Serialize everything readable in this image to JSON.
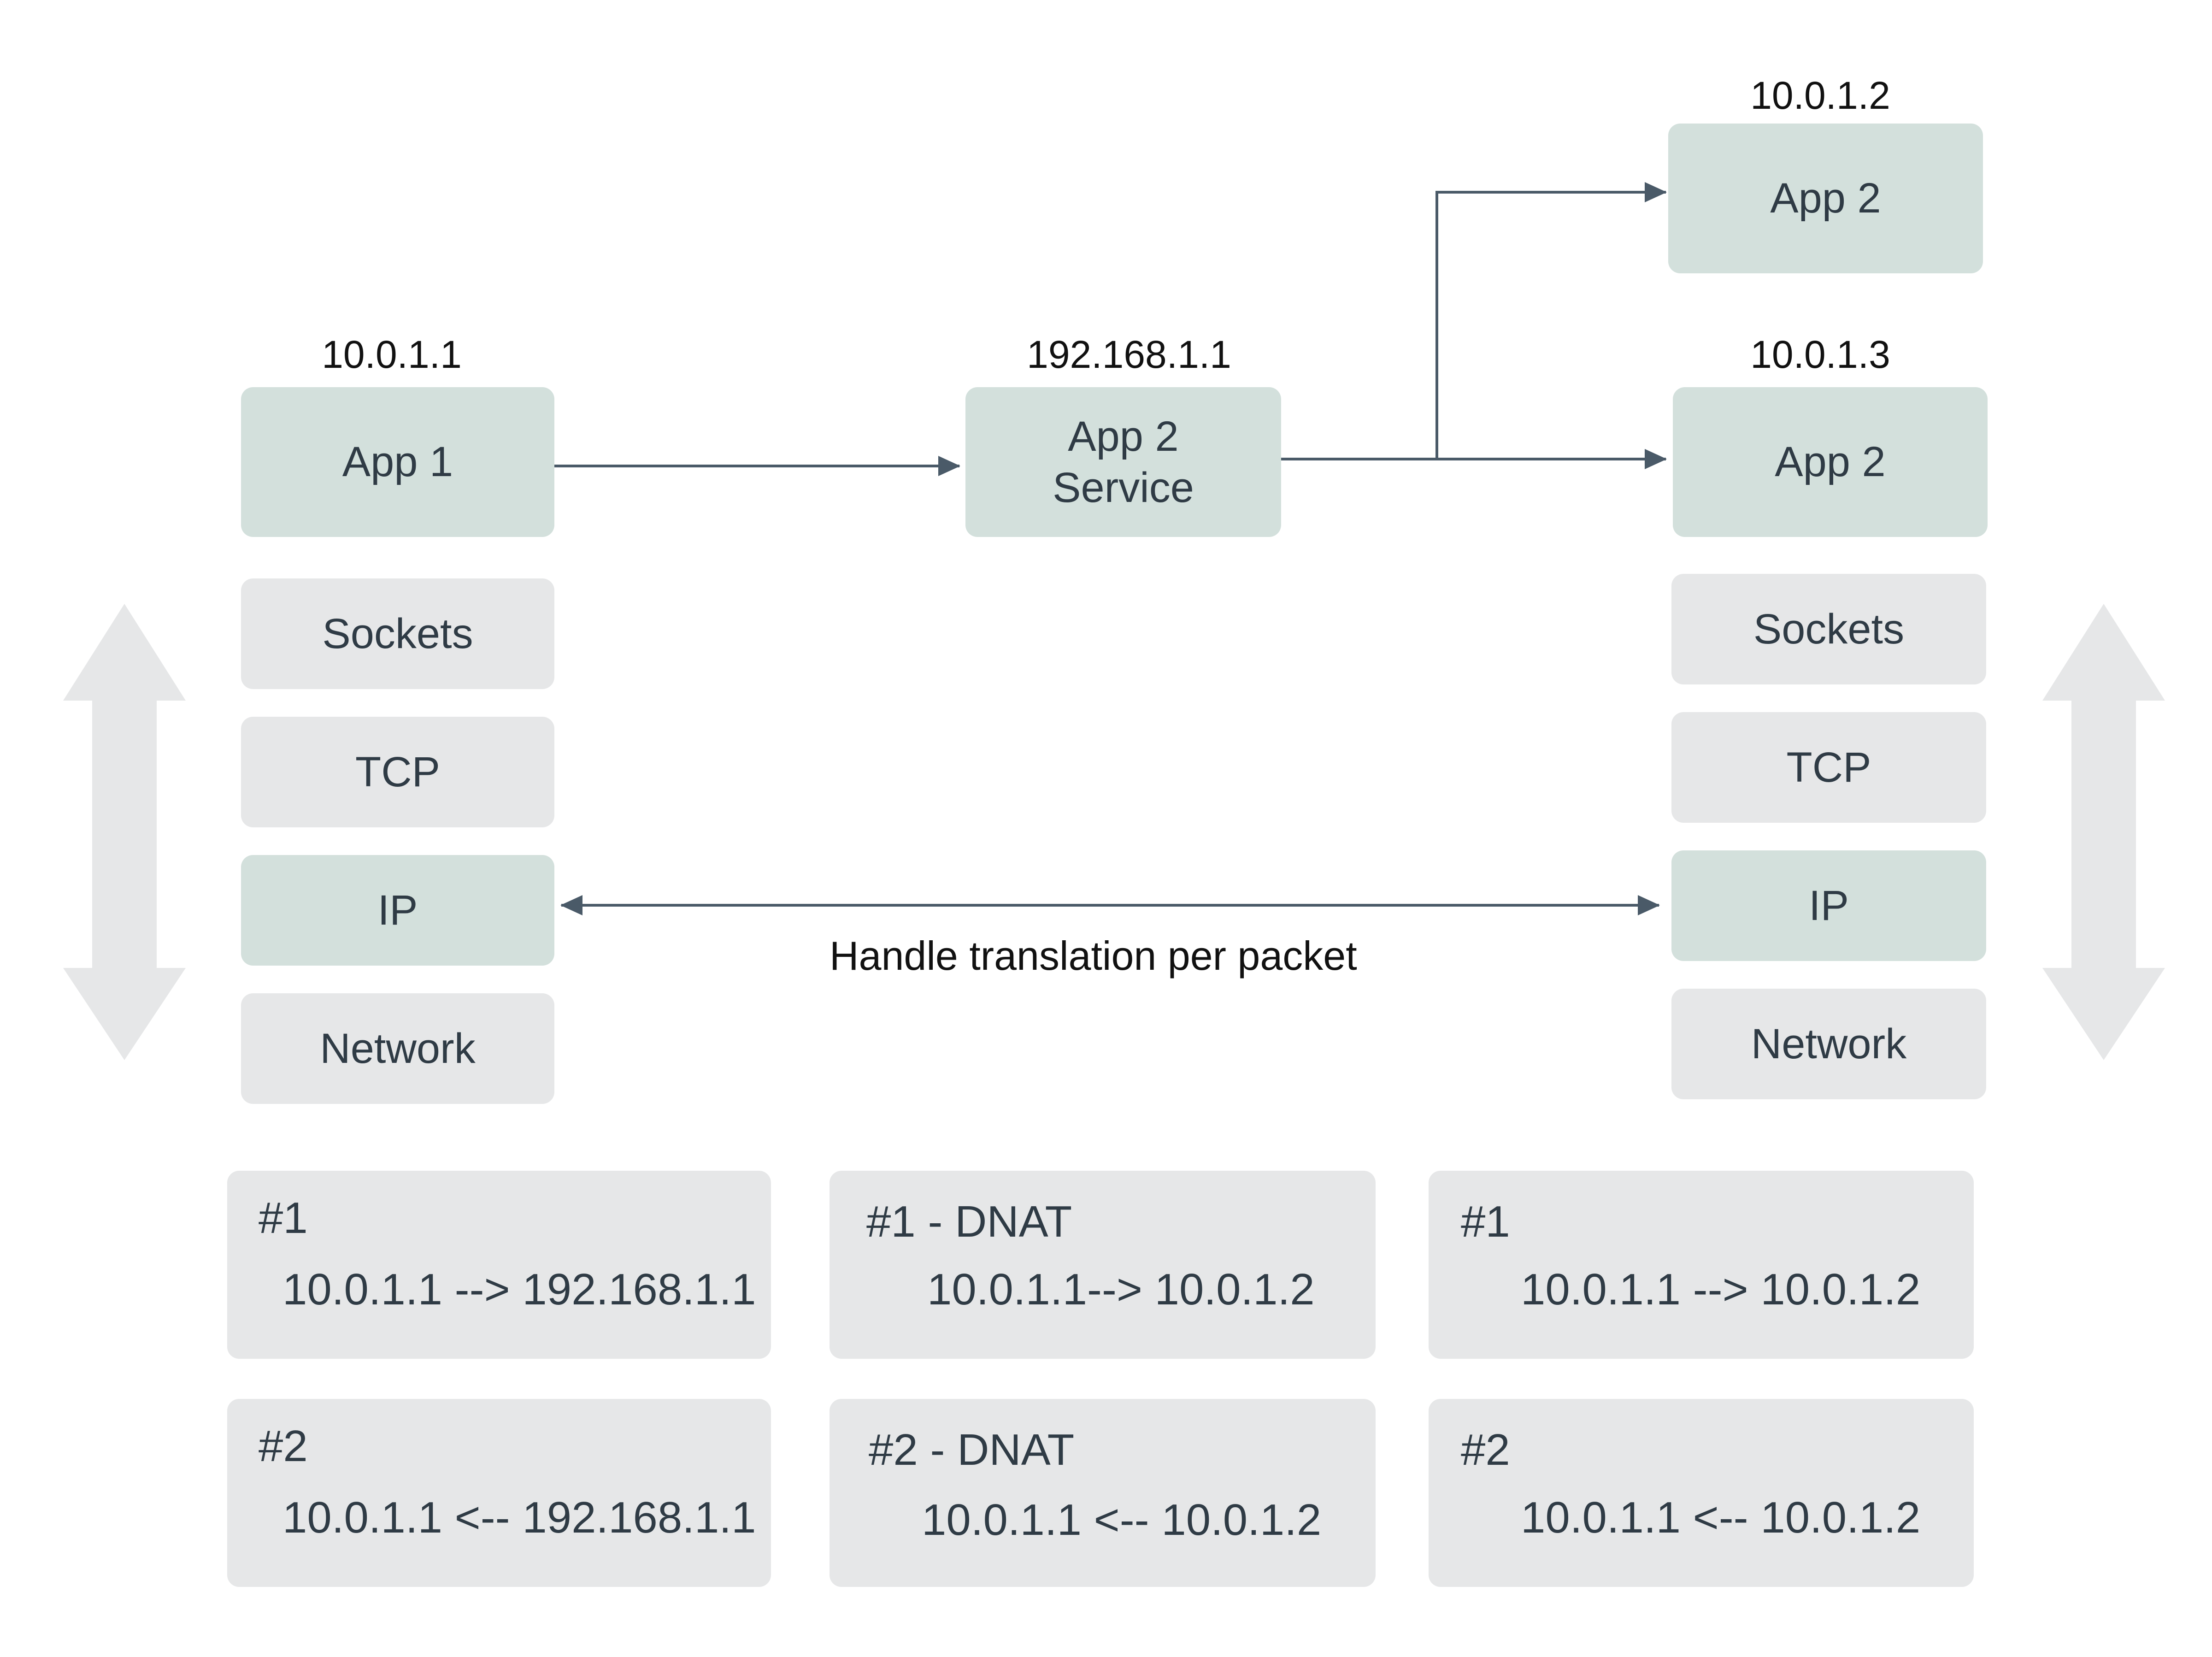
{
  "left_host": {
    "ip": "10.0.1.1",
    "app": "App 1",
    "stack": [
      "Sockets",
      "TCP",
      "IP",
      "Network"
    ]
  },
  "service": {
    "ip": "192.168.1.1",
    "line1": "App 2",
    "line2": "Service"
  },
  "right_top": {
    "ip": "10.0.1.2",
    "app": "App 2"
  },
  "right_host": {
    "ip": "10.0.1.3",
    "app": "App 2",
    "stack": [
      "Sockets",
      "TCP",
      "IP",
      "Network"
    ]
  },
  "caption": "Handle translation per packet",
  "rules": [
    {
      "title": "#1",
      "text": "10.0.1.1 --> 192.168.1.1"
    },
    {
      "title": "#1 - DNAT",
      "text": "10.0.1.1--> 10.0.1.2"
    },
    {
      "title": "#1",
      "text": "10.0.1.1 --> 10.0.1.2"
    },
    {
      "title": "#2",
      "text": "10.0.1.1 <-- 192.168.1.1"
    },
    {
      "title": "#2 - DNAT",
      "text": "10.0.1.1 <-- 10.0.1.2"
    },
    {
      "title": "#2",
      "text": "10.0.1.1 <-- 10.0.1.2"
    }
  ],
  "colors": {
    "app_box": "#d3e0dc",
    "layer_box": "#e6e7e8",
    "arrow": "#4a5a68",
    "text": "#2f3b45"
  }
}
